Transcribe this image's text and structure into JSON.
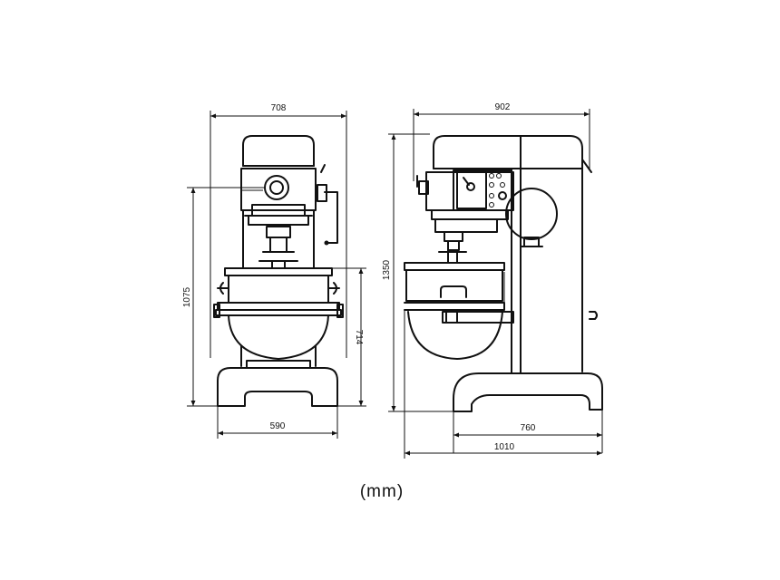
{
  "front_view": {
    "width_top": "708",
    "height_total": "1075",
    "bowl_height": "714",
    "base_width": "590"
  },
  "side_view": {
    "width_top": "902",
    "height_total": "1350",
    "base_width": "760",
    "total_depth": "1010"
  },
  "unit_label": "(mm)"
}
